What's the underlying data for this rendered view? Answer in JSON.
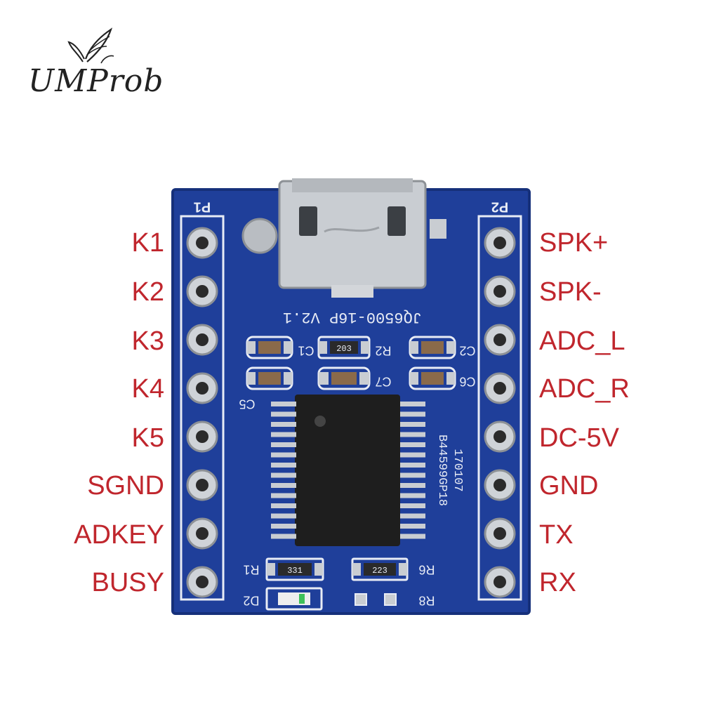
{
  "brand": {
    "logo_text": "UMProb"
  },
  "colors": {
    "label": "#c0262d",
    "pcb": "#1f3f9a",
    "pcb_dark": "#16307a",
    "silk": "#e8ecf5",
    "chip": "#1e1e1e",
    "metal": "#c9cdd2"
  },
  "board": {
    "model_text": "JQ6500-16P V2.1",
    "header_left": "P1",
    "header_right": "P2",
    "chip_line1": "170107",
    "chip_line2": "B44599GP18",
    "components": {
      "c1": "C1",
      "c2": "C2",
      "c5": "C5",
      "c6": "C6",
      "c7": "C7",
      "r1": "R1",
      "r2": "R2",
      "r6": "R6",
      "r8": "R8",
      "d2": "D2",
      "res_top": "203",
      "res_r1": "331",
      "res_r6": "223"
    }
  },
  "pins": {
    "left": [
      "K1",
      "K2",
      "K3",
      "K4",
      "K5",
      "SGND",
      "ADKEY",
      "BUSY"
    ],
    "right": [
      "SPK+",
      "SPK-",
      "ADC_L",
      "ADC_R",
      "DC-5V",
      "GND",
      "TX",
      "RX"
    ]
  }
}
